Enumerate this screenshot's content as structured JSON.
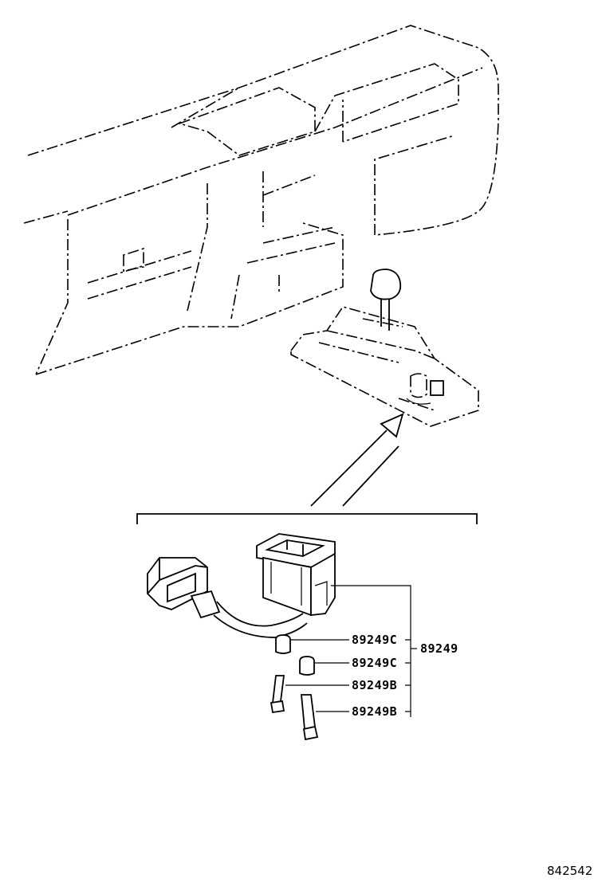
{
  "labels": {
    "p1": "89249C",
    "p2": "89249C",
    "p3": "89249B",
    "p4": "89249B",
    "assembly": "89249"
  },
  "figure_number": "842542",
  "colors": {
    "line": "#000000",
    "background": "#ffffff"
  }
}
